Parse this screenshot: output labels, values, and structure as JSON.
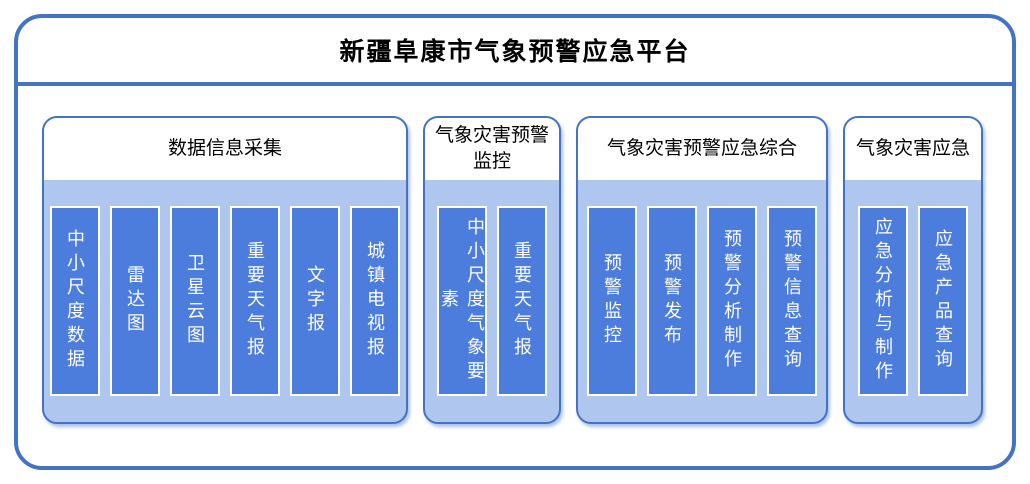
{
  "title": "新疆阜康市气象预警应急平台",
  "colors": {
    "frame_border": "#4472C4",
    "divider": "#4472C4",
    "group_border": "#4472C4",
    "group_body_fill": "#AFC6EF",
    "group_header_fill": "#FFFFFF",
    "item_fill": "#4C7CDC",
    "item_border": "#FFFFFF",
    "item_text": "#FFFFFF",
    "title_text": "#000000"
  },
  "groups": [
    {
      "header": "数据信息采集",
      "items": [
        "中小尺度数据",
        "雷达图",
        "卫星云图",
        "重要天气报",
        "文字报",
        "城镇电视报"
      ]
    },
    {
      "header": "气象灾害预警监控",
      "items": [
        "中小尺度气象要素",
        "重要天气报"
      ]
    },
    {
      "header": "气象灾害预警应急综合",
      "items": [
        "预警监控",
        "预警发布",
        "预警分析制作",
        "预警信息查询"
      ]
    },
    {
      "header": "气象灾害应急",
      "items": [
        "应急分析与制作",
        "应急产品查询"
      ]
    }
  ]
}
